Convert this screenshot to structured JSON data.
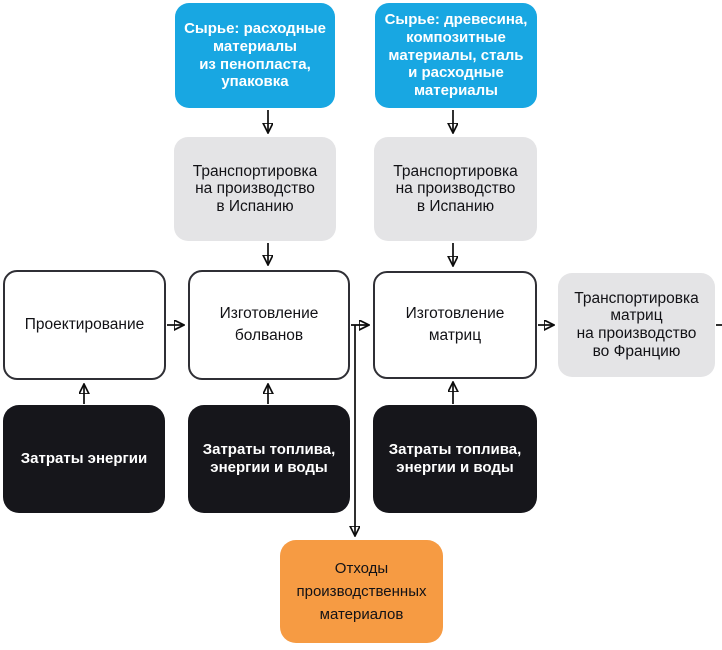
{
  "diagram": {
    "type": "flowchart",
    "language": "ru",
    "nodes": {
      "raw_foam": {
        "label": "Сырье: расходные\nматериалы\nиз пенопласта,\nупаковка"
      },
      "raw_wood": {
        "label": "Сырье: древесина,\nкомпозитные\nматериалы, сталь\nи расходные\nматериалы"
      },
      "transport_spain_left": {
        "label": "Транспортировка\nна производство\nв Испанию"
      },
      "transport_spain_right": {
        "label": "Транспортировка\nна производство\nв Испанию"
      },
      "design": {
        "label": "Проектирование"
      },
      "plugs": {
        "label": "Изготовление\nболванов"
      },
      "molds": {
        "label": "Изготовление\nматриц"
      },
      "transport_france": {
        "label": "Транспортировка\nматриц\nна производство\nво Францию"
      },
      "energy": {
        "label": "Затраты энергии"
      },
      "fuel_left": {
        "label": "Затраты топлива,\nэнергии и воды"
      },
      "fuel_right": {
        "label": "Затраты топлива,\nэнергии и воды"
      },
      "waste": {
        "label": "Отходы\nпроизводственных\nматериалов"
      }
    },
    "connections": [
      {
        "from": "raw_foam",
        "to": "transport_spain_left"
      },
      {
        "from": "raw_wood",
        "to": "transport_spain_right"
      },
      {
        "from": "transport_spain_left",
        "to": "plugs"
      },
      {
        "from": "transport_spain_right",
        "to": "molds"
      },
      {
        "from": "design",
        "to": "plugs"
      },
      {
        "from": "plugs",
        "to": "molds"
      },
      {
        "from": "molds",
        "to": "transport_france"
      },
      {
        "from": "transport_france",
        "to": "offscreen_right"
      },
      {
        "from": "energy",
        "to": "design"
      },
      {
        "from": "fuel_left",
        "to": "plugs"
      },
      {
        "from": "fuel_right",
        "to": "molds"
      },
      {
        "from": "plugs",
        "to": "waste"
      }
    ],
    "colors": {
      "input": "#18a7e2",
      "transport": "#e4e4e6",
      "process_fill": "#ffffff",
      "process_border": "#2f2f35",
      "resource": "#16161b",
      "waste": "#f69b43",
      "connector": "#0c0c0c",
      "text_light": "#ffffff",
      "text_dark": "#121216"
    }
  }
}
